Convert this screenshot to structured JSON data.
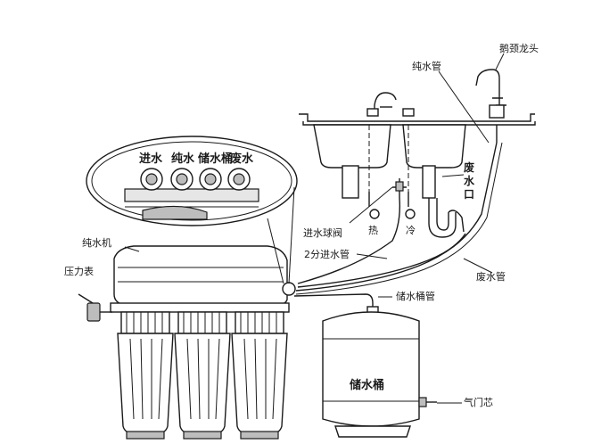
{
  "labels": {
    "gooseneck_faucet": "鹅颈龙头",
    "pure_water_pipe_top": "纯水管",
    "waste_outlet_line1": "废",
    "waste_outlet_line2": "水",
    "waste_outlet_line3": "口",
    "inlet_ball_valve": "进水球阀",
    "hot": "热",
    "cold": "冷",
    "inlet_pipe_2fen": "2分进水管",
    "waste_pipe": "废水管",
    "purifier": "纯水机",
    "pressure_gauge": "压力表",
    "tank_pipe": "储水桶管",
    "tank": "储水桶",
    "air_valve": "气门芯",
    "inset_inlet": "进水",
    "inset_pure": "纯水",
    "inset_tank": "储水桶",
    "inset_waste": "废水"
  }
}
